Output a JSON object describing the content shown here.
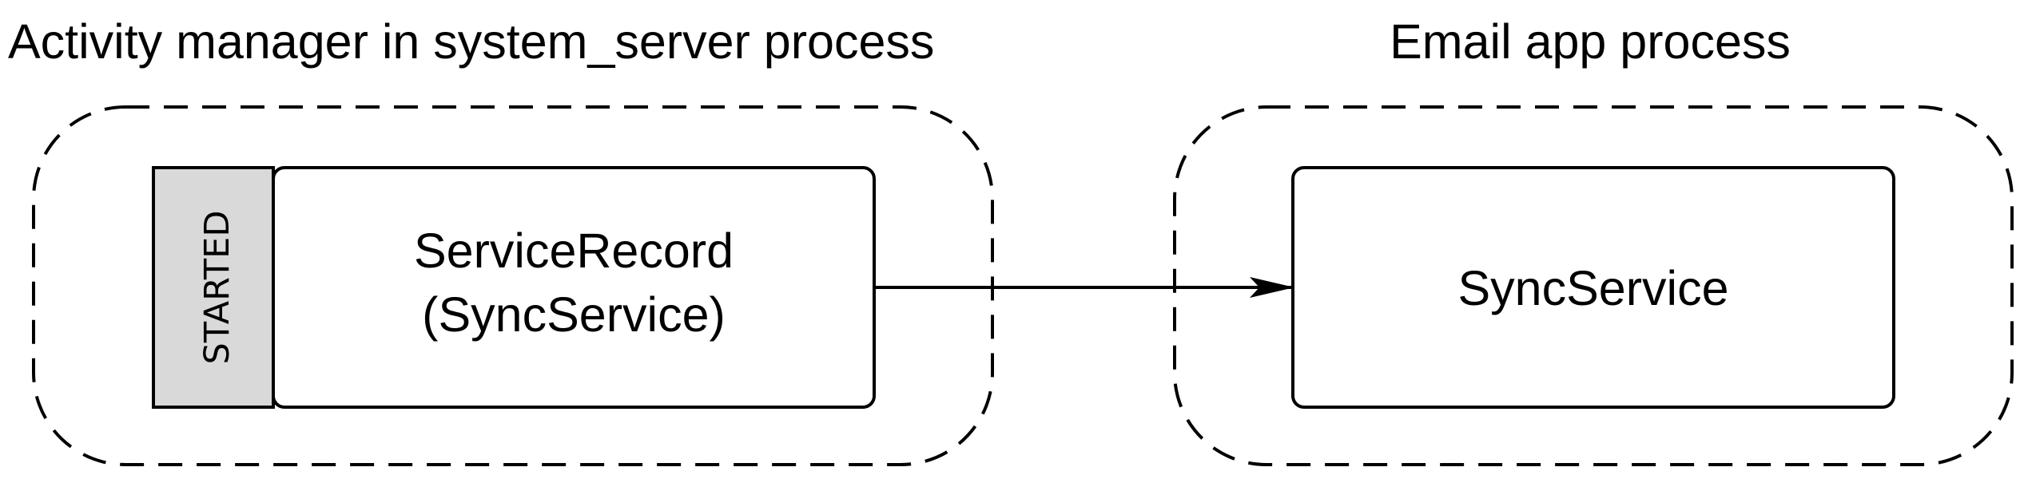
{
  "left_process": {
    "title": "Activity manager in system_server process",
    "state_tab": "STARTED",
    "record_line1": "ServiceRecord",
    "record_line2": "(SyncService)"
  },
  "right_process": {
    "title": "Email app process",
    "service_label": "SyncService"
  },
  "colors": {
    "line": "#000000",
    "tab_fill": "#d9d9d9",
    "box_fill": "#ffffff"
  }
}
